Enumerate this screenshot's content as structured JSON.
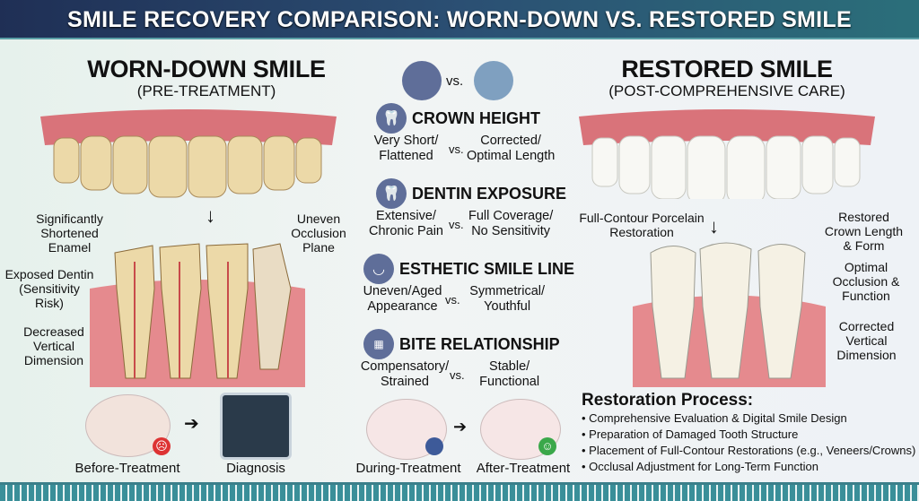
{
  "title": "SMILE RECOVERY COMPARISON: WORN-DOWN VS. RESTORED SMILE",
  "left": {
    "heading": "WORN-DOWN SMILE",
    "subheading": "(PRE-TREATMENT)",
    "labels": [
      "Significantly Shortened Enamel",
      "Uneven Occlusion Plane",
      "Exposed Dentin (Sensitivity Risk)",
      "Decreased Vertical Dimension"
    ],
    "thumbs": [
      "Before-Treatment",
      "Diagnosis"
    ]
  },
  "right": {
    "heading": "RESTORED SMILE",
    "subheading": "(POST-COMPREHENSIVE CARE)",
    "labels": [
      "Full-Contour Porcelain Restoration",
      "Restored Crown Length & Form",
      "Optimal Occlusion & Function",
      "Corrected Vertical Dimension"
    ]
  },
  "center": {
    "vs": "vs.",
    "categories": [
      {
        "name": "CROWN HEIGHT",
        "icon": "crown-tooth-icon",
        "before": "Very Short/ Flattened",
        "after": "Corrected/ Optimal Length"
      },
      {
        "name": "DENTIN EXPOSURE",
        "icon": "dentin-tooth-icon",
        "before": "Extensive/ Chronic Pain",
        "after": "Full Coverage/ No Sensitivity"
      },
      {
        "name": "ESTHETIC SMILE LINE",
        "icon": "smile-icon",
        "before": "Uneven/Aged Appearance",
        "after": "Symmetrical/ Youthful"
      },
      {
        "name": "BITE RELATIONSHIP",
        "icon": "bite-icon",
        "before": "Compensatory/ Strained",
        "after": "Stable/ Functional"
      }
    ],
    "thumbs": [
      "During-Treatment",
      "After-Treatment"
    ]
  },
  "process": {
    "title": "Restoration Process:",
    "steps": [
      "Comprehensive Evaluation & Digital Smile Design",
      "Preparation of Damaged Tooth Structure",
      "Placement of Full-Contour Restorations (e.g., Veneers/Crowns)",
      "Occlusal Adjustment for Long-Term Function"
    ]
  },
  "colors": {
    "gum": "#d9737a",
    "worn": "#ecd9a8",
    "restored": "#f8f8f4",
    "title_bg": "#1f2f55",
    "icon_bg": "#5f6e99"
  }
}
